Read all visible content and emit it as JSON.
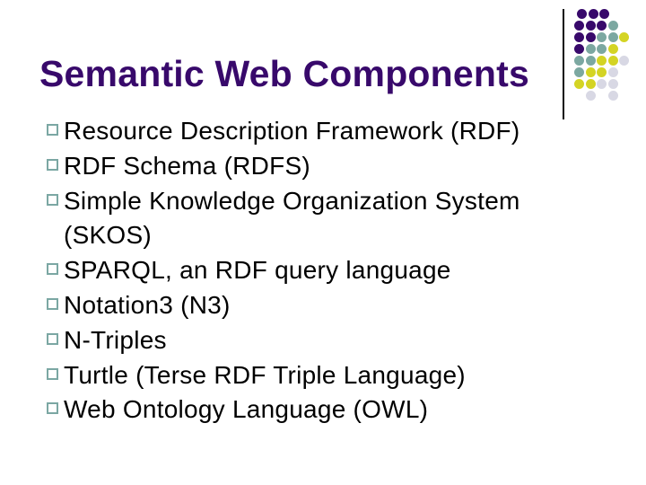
{
  "slide": {
    "title": "Semantic Web Components",
    "bullets": [
      "Resource Description Framework (RDF)",
      "RDF Schema (RDFS)",
      "Simple Knowledge Organization System (SKOS)",
      "SPARQL, an RDF query language",
      "Notation3 (N3)",
      "N-Triples",
      "Turtle (Terse RDF Triple Language)",
      "Web Ontology Language (OWL)"
    ]
  },
  "colors": {
    "background": "#FFFFFF",
    "title_text": "#38096B",
    "body_text": "#000000",
    "bullet_marker_border": "#7BA7A3",
    "divider_line": "#0A0A0A",
    "dot_purple": "#38096B",
    "dot_teal": "#7CA8A1",
    "dot_yellow": "#D4D424",
    "dot_lavender": "#D8D8E4"
  },
  "decoration": {
    "dot_grid": [
      [
        0,
        0,
        "purple"
      ],
      [
        0,
        1,
        "purple"
      ],
      [
        0,
        2,
        "purple"
      ],
      [
        1,
        0,
        "purple"
      ],
      [
        1,
        1,
        "purple"
      ],
      [
        1,
        2,
        "purple"
      ],
      [
        1,
        3,
        "teal"
      ],
      [
        2,
        0,
        "purple"
      ],
      [
        2,
        1,
        "purple"
      ],
      [
        2,
        2,
        "teal"
      ],
      [
        2,
        3,
        "teal"
      ],
      [
        2,
        4,
        "yellow"
      ],
      [
        3,
        0,
        "purple"
      ],
      [
        3,
        1,
        "teal"
      ],
      [
        3,
        2,
        "teal"
      ],
      [
        3,
        3,
        "yellow"
      ],
      [
        4,
        0,
        "teal"
      ],
      [
        4,
        1,
        "teal"
      ],
      [
        4,
        2,
        "yellow"
      ],
      [
        4,
        3,
        "yellow"
      ],
      [
        4,
        4,
        "lavender"
      ],
      [
        5,
        0,
        "teal"
      ],
      [
        5,
        1,
        "yellow"
      ],
      [
        5,
        2,
        "yellow"
      ],
      [
        5,
        3,
        "lavender"
      ],
      [
        6,
        0,
        "yellow"
      ],
      [
        6,
        1,
        "yellow"
      ],
      [
        6,
        2,
        "lavender"
      ],
      [
        6,
        3,
        "lavender"
      ],
      [
        7,
        1,
        "lavender"
      ],
      [
        7,
        3,
        "lavender"
      ]
    ]
  }
}
